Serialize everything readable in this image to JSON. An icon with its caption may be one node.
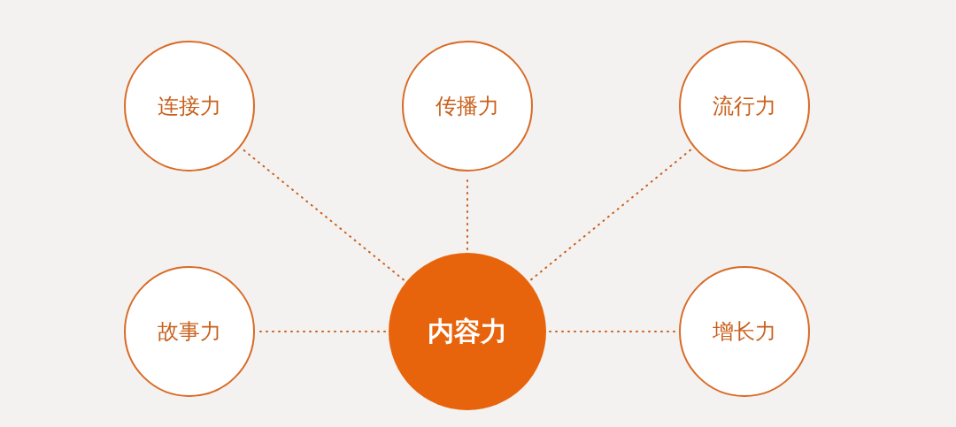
{
  "diagram": {
    "nodes": [
      {
        "text": [
          "连接力"
        ]
      },
      {
        "text": [
          "传播力"
        ]
      },
      {
        "text": [
          "流行力"
        ]
      },
      {
        "text": [
          "故事力"
        ]
      },
      {
        "text": [
          "内容力"
        ]
      },
      {
        "text": [
          "增长力"
        ]
      }
    ],
    "edges": [
      {
        "from": 4,
        "to": 0,
        "arrow": "none",
        "style": "dashed"
      },
      {
        "from": 4,
        "to": 1,
        "arrow": "none",
        "style": "dashed"
      },
      {
        "from": 4,
        "to": 2,
        "arrow": "none",
        "style": "dashed"
      },
      {
        "from": 4,
        "to": 3,
        "arrow": "none",
        "style": "dashed"
      },
      {
        "from": 4,
        "to": 5,
        "arrow": "none",
        "style": "dashed"
      }
    ]
  }
}
